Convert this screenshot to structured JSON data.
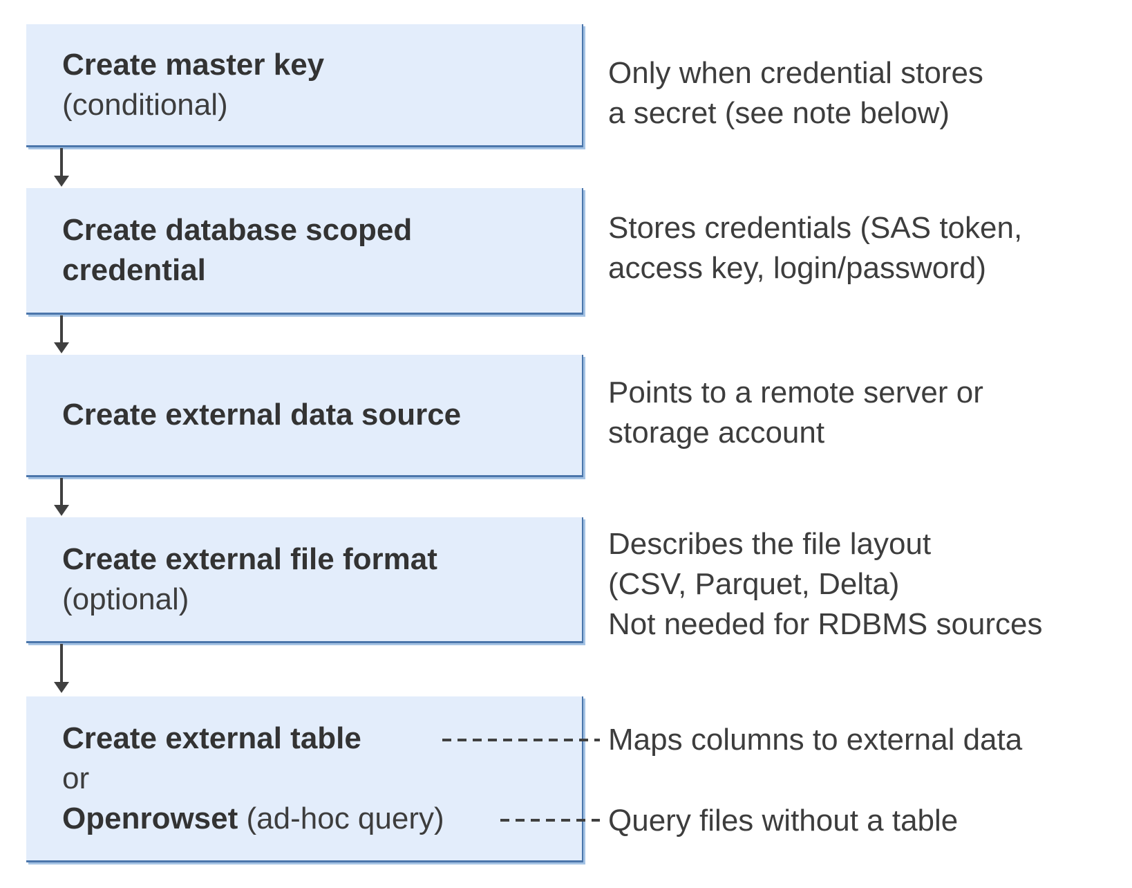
{
  "colors": {
    "box_fill": "#e3edfb",
    "box_border": "#4b76ab",
    "box_border_light": "#a5c3e4",
    "connector": "#404040",
    "title_text": "#333333",
    "body_text": "#3d3d3d"
  },
  "steps": [
    {
      "box": {
        "title": "Create master key",
        "subtitle": "(conditional)"
      },
      "note": {
        "lines": [
          "Only when credential stores",
          "a secret (see note below)"
        ]
      }
    },
    {
      "box": {
        "title_line1": "Create database scoped",
        "title_line2": "credential"
      },
      "note": {
        "lines": [
          "Stores credentials (SAS token,",
          "access key, login/password)"
        ]
      }
    },
    {
      "box": {
        "title": "Create external data source"
      },
      "note": {
        "lines": [
          "Points to a remote server or",
          "storage account"
        ]
      }
    },
    {
      "box": {
        "title": "Create external file format",
        "subtitle": "(optional)"
      },
      "note": {
        "lines": [
          "Describes the file layout",
          "(CSV, Parquet, Delta)",
          "Not needed for RDBMS sources"
        ]
      }
    },
    {
      "box": {
        "option1_bold": "Create external table",
        "connector_word": "or",
        "option2_bold": "Openrowset",
        "option2_rest": " (ad-hoc query)"
      },
      "notes": {
        "option1": "Maps columns to external data",
        "option2": "Query files without a table"
      }
    }
  ]
}
